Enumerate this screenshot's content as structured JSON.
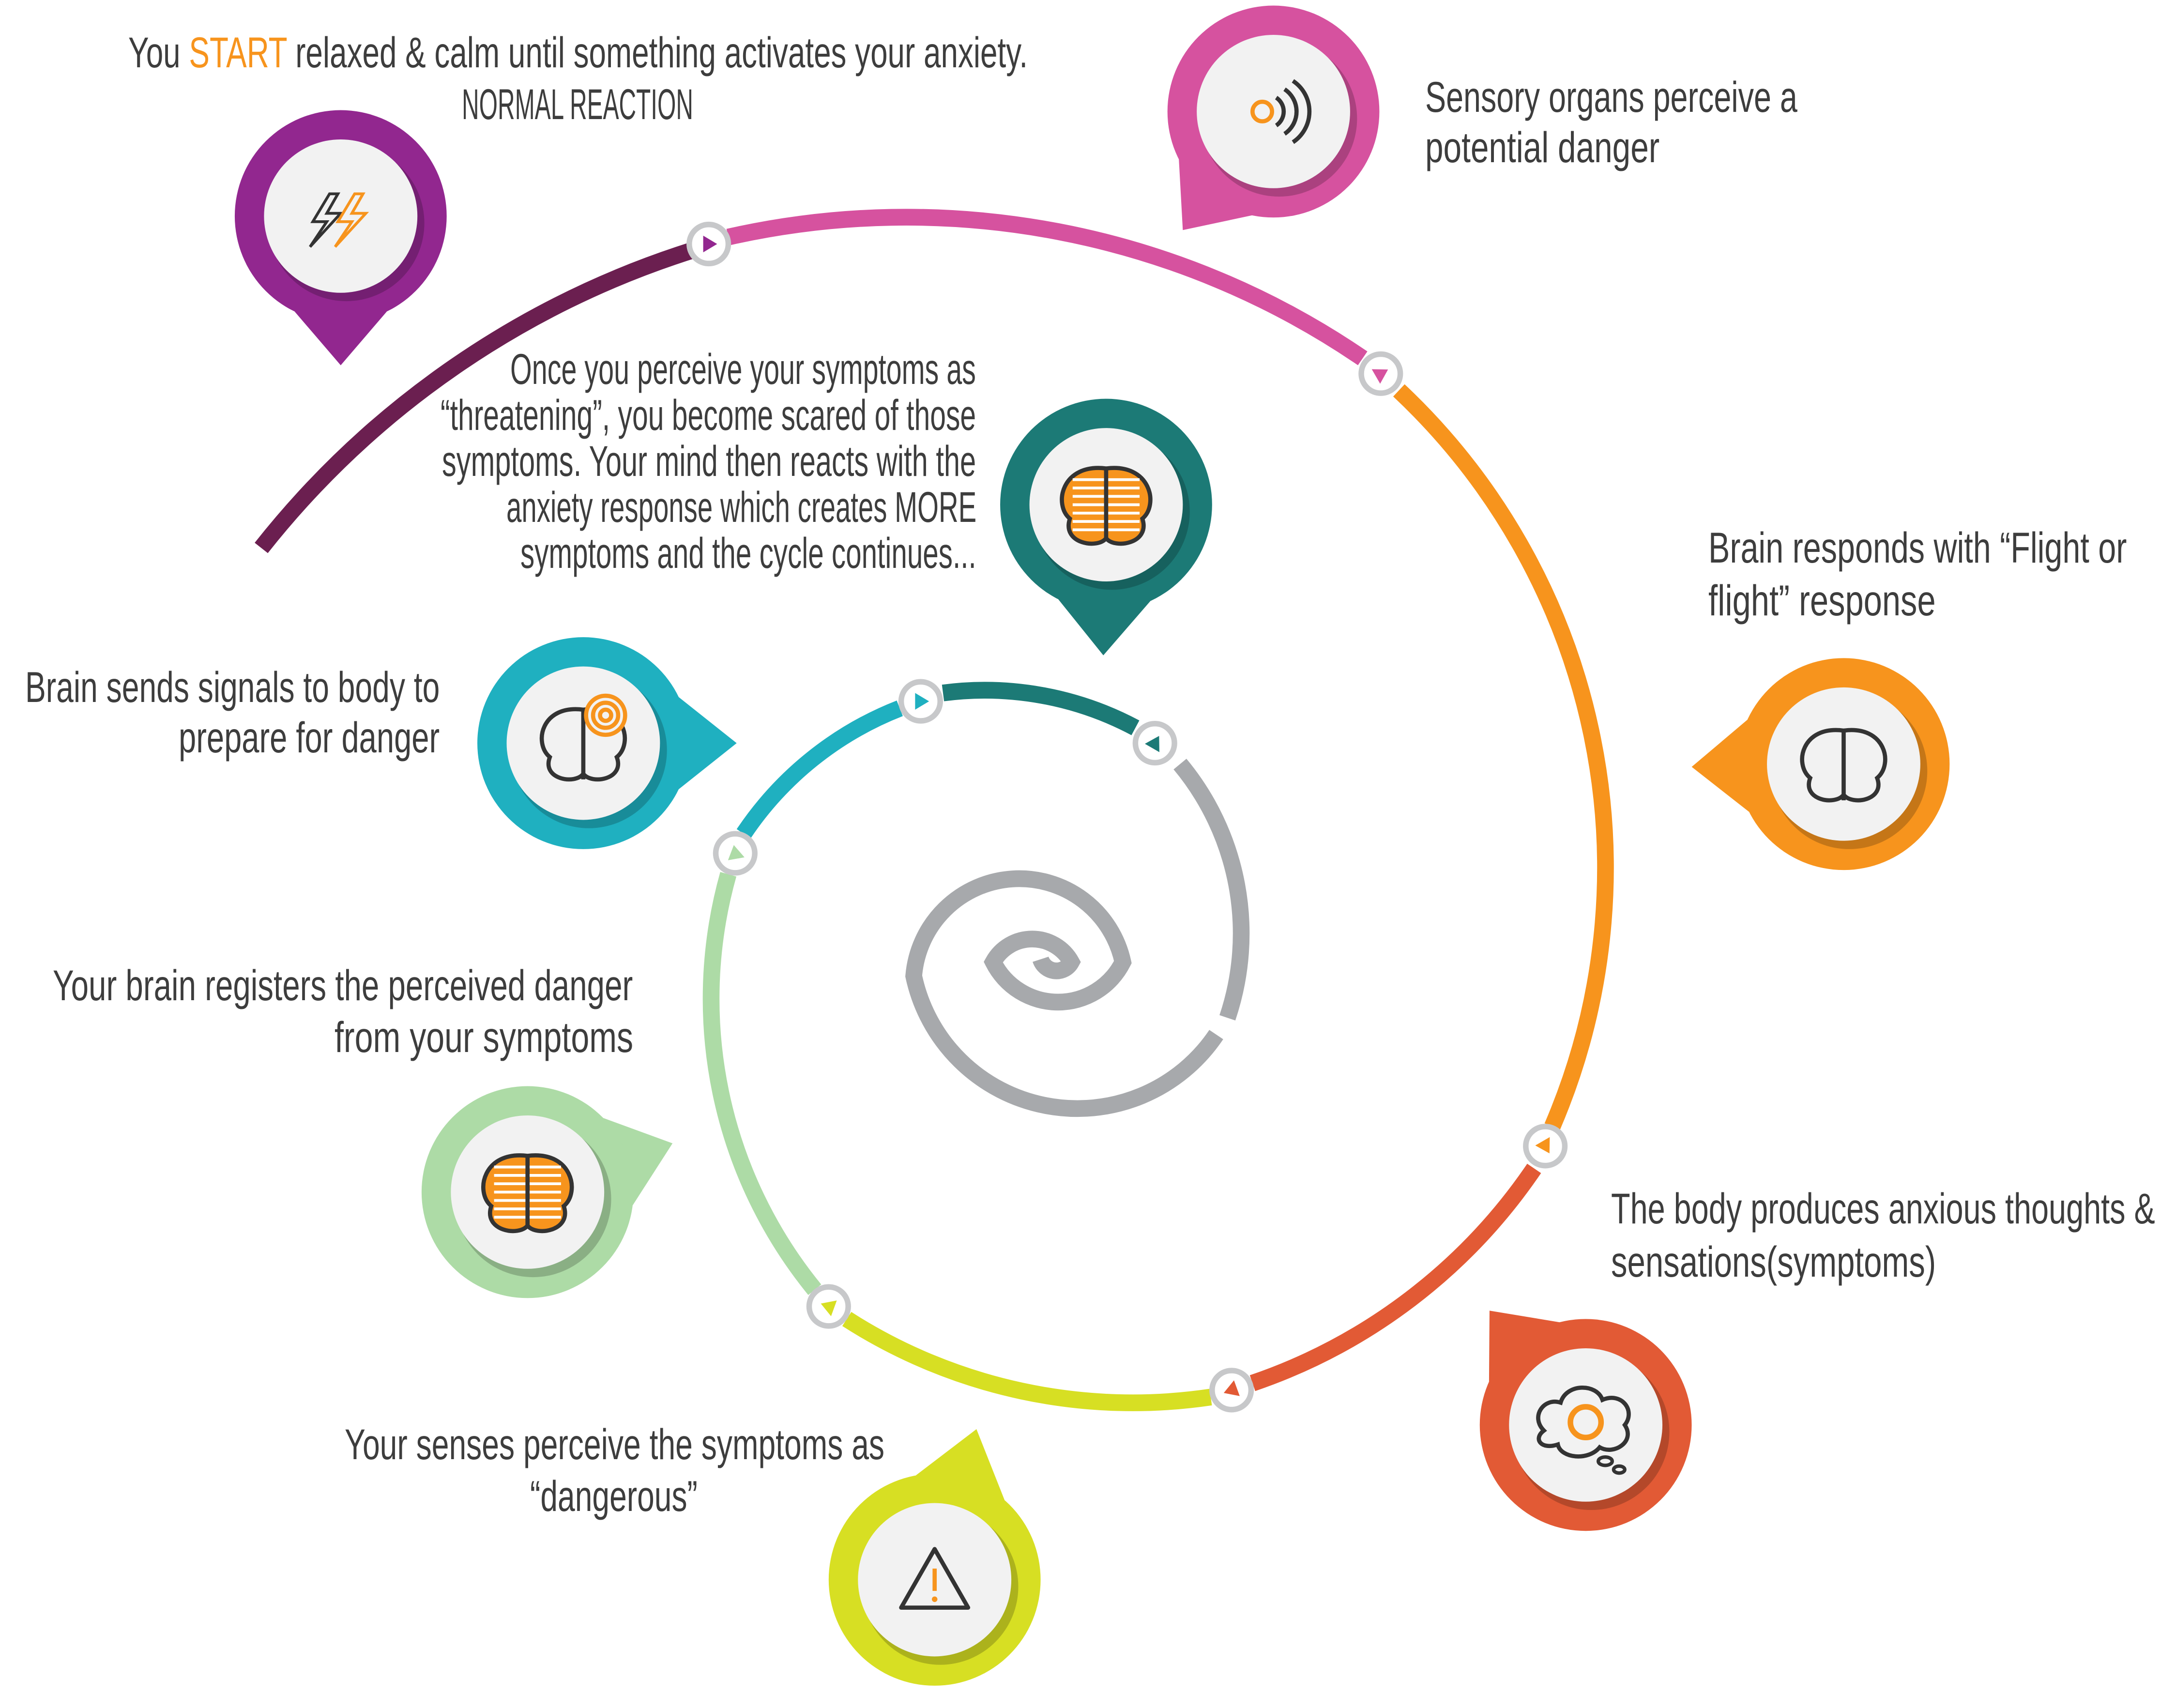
{
  "colors": {
    "purple": "#92278f",
    "dark_purple": "#6b1f50",
    "pink": "#d6529f",
    "orange": "#f7941d",
    "red_orange": "#e25a35",
    "yellow_green": "#d7df23",
    "light_green": "#addba6",
    "teal_blue": "#1fb0c0",
    "dark_teal": "#1c7a76",
    "grey": "#a7a9ac",
    "text": "#3d3d3d"
  },
  "steps": {
    "start": {
      "prefix": "You ",
      "highlight": "START",
      "suffix": " relaxed & calm until something activates your anxiety.",
      "line2": "NORMAL REACTION",
      "icon": "lightning-icon"
    },
    "sensory": {
      "lines": [
        "Sensory organs perceive a",
        "potential danger"
      ],
      "icon": "sound-waves-icon"
    },
    "flight": {
      "lines": [
        "Brain responds with “Flight or",
        "flight” response"
      ],
      "icon": "brain-icon"
    },
    "body": {
      "lines": [
        "The body produces anxious thoughts &",
        "sensations(symptoms)"
      ],
      "icon": "thought-cloud-icon"
    },
    "senses": {
      "lines": [
        "Your senses perceive the symptoms as",
        "“dangerous”"
      ],
      "icon": "warning-icon"
    },
    "registers": {
      "lines": [
        "Your brain registers the perceived danger",
        "from your symptoms"
      ],
      "icon": "circuit-brain-icon"
    },
    "signals": {
      "lines": [
        "Brain sends signals to body to",
        "prepare for danger"
      ],
      "icon": "brain-target-icon"
    },
    "cycle": {
      "lines": [
        "Once you perceive your symptoms as",
        "“threatening”, you become scared of those",
        "symptoms. Your mind then reacts with the",
        "anxiety response which creates MORE",
        "symptoms and the cycle continues..."
      ],
      "icon": "circuit-brain-icon"
    }
  }
}
